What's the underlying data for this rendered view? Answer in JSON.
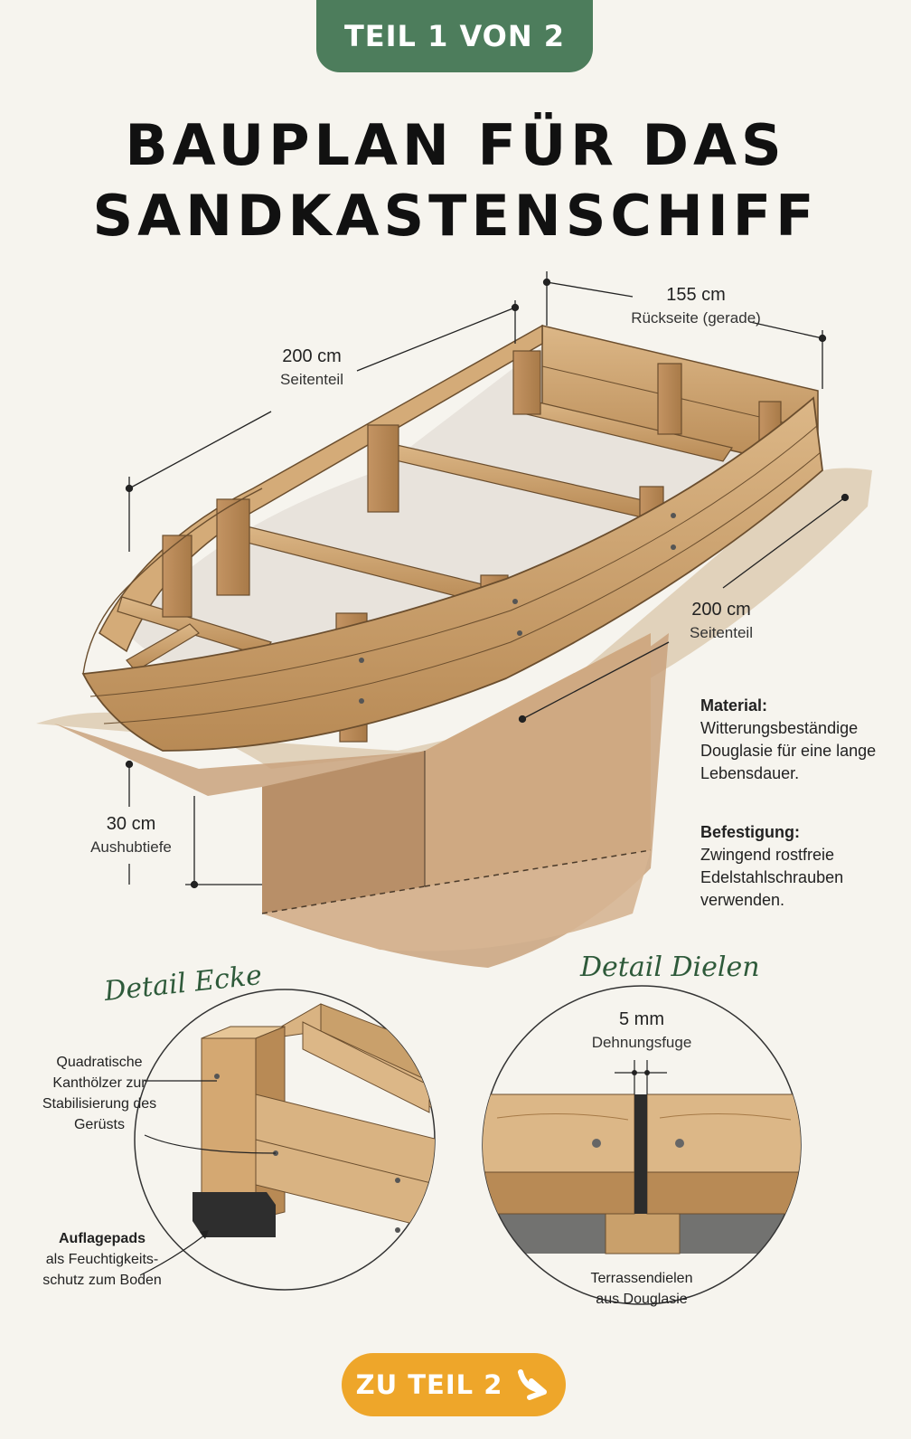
{
  "badge": {
    "label": "TEIL 1 VON 2"
  },
  "title": {
    "line1": "BAUPLAN FÜR DAS",
    "line2": "SANDKASTENSCHIFF"
  },
  "dimensions": {
    "side_top": {
      "value": "200 cm",
      "sub": "Seitenteil"
    },
    "back": {
      "value": "155 cm",
      "sub": "Rückseite (gerade)"
    },
    "side_right": {
      "value": "200 cm",
      "sub": "Seitenteil"
    },
    "depth": {
      "value": "30 cm",
      "sub": "Aushubtiefe"
    }
  },
  "notes": {
    "material": {
      "heading": "Material:",
      "text": "Witterungsbeständige Douglasie für eine lange Lebensdauer."
    },
    "fastening": {
      "heading": "Befestigung:",
      "text": "Zwingend rostfreie Edelstahlschrauben verwenden."
    }
  },
  "detail_corner": {
    "title": "Detail Ecke",
    "callout1": "Quadratische Kanthölzer zur Stabilisierung des Gerüsts",
    "callout2_bold": "Auflagepads",
    "callout2": "als Feuchtigkeits- schutz zum Boden"
  },
  "detail_planks": {
    "title": "Detail Dielen",
    "gap_value": "5 mm",
    "gap_label": "Dehnungsfuge",
    "bottom_label": "Terrassendielen aus Douglasie"
  },
  "cta": {
    "label": "ZU TEIL 2",
    "icon": "arrow-down-right-icon"
  },
  "colors": {
    "accent_green": "#4d7d5c",
    "cta_orange": "#eea62a",
    "wood": "#c9a06b",
    "soil": "#c9a27c"
  }
}
